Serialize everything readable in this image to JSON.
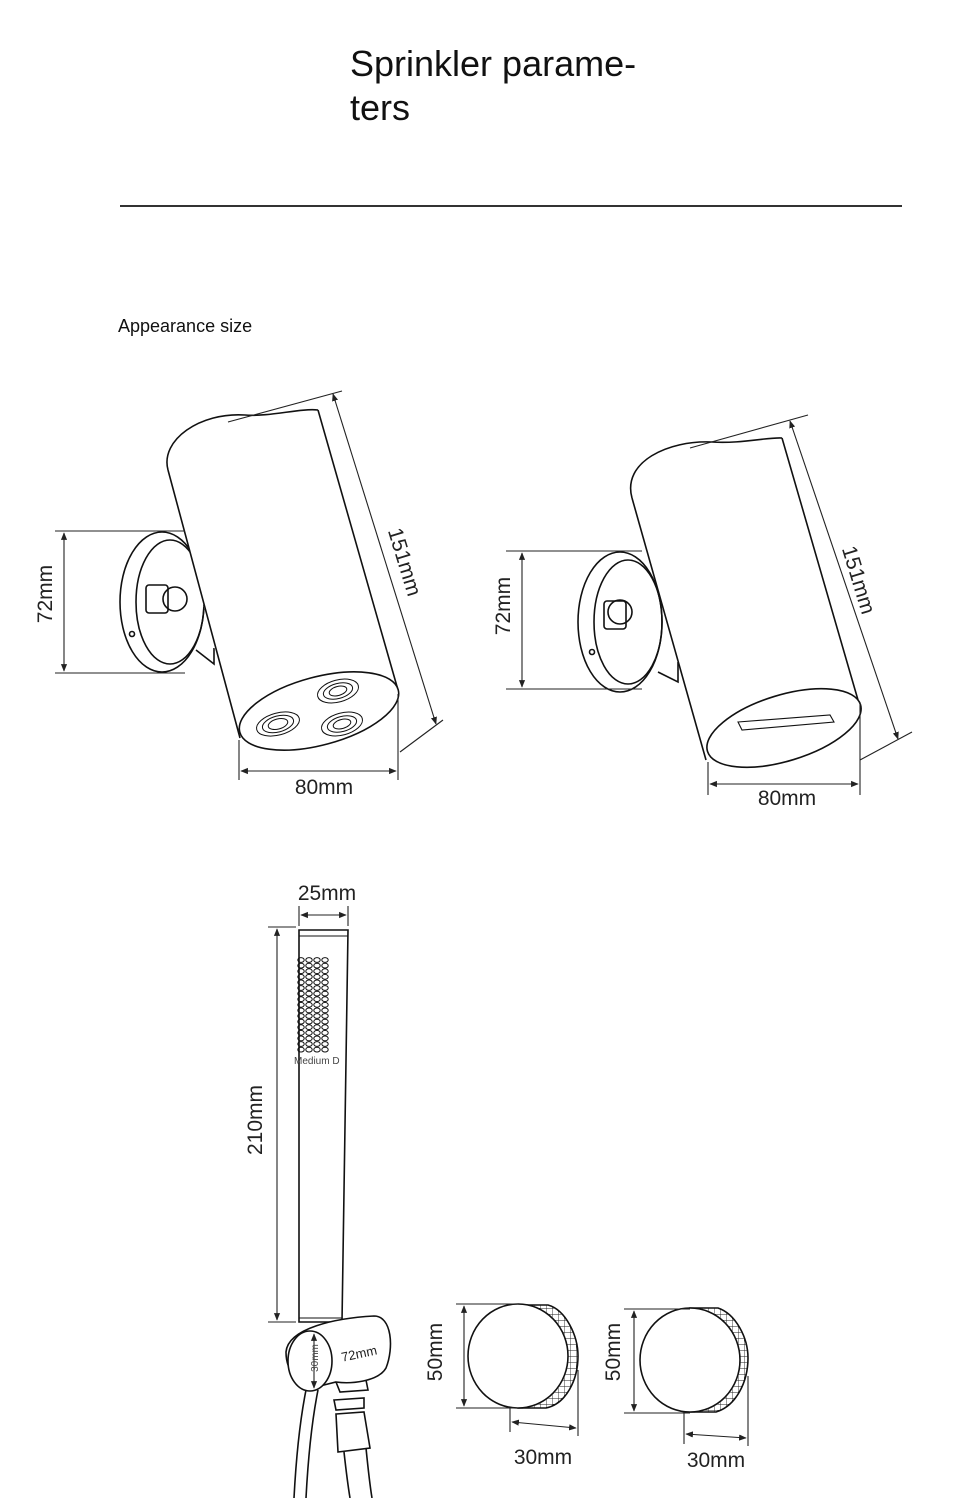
{
  "header": {
    "title_line1": "Sprinkler parame-",
    "title_line2": "ters"
  },
  "section": {
    "label": "Appearance size"
  },
  "dimensions": {
    "shower1": {
      "height": "72mm",
      "length": "151mm",
      "width": "80mm"
    },
    "shower2": {
      "height": "72mm",
      "length": "151mm",
      "width": "80mm"
    },
    "handshower": {
      "diameter": "25mm",
      "length": "210mm",
      "spray_label": "Medium D"
    },
    "holder": {
      "width": "72mm",
      "diameter": "30mm"
    },
    "knob1": {
      "diameter": "50mm",
      "depth": "30mm"
    },
    "knob2": {
      "diameter": "50mm",
      "depth": "30mm"
    }
  },
  "icons": [
    "rain-shower-head-drawing",
    "waterfall-shower-head-drawing",
    "hand-shower-drawing",
    "control-knob-drawing"
  ]
}
